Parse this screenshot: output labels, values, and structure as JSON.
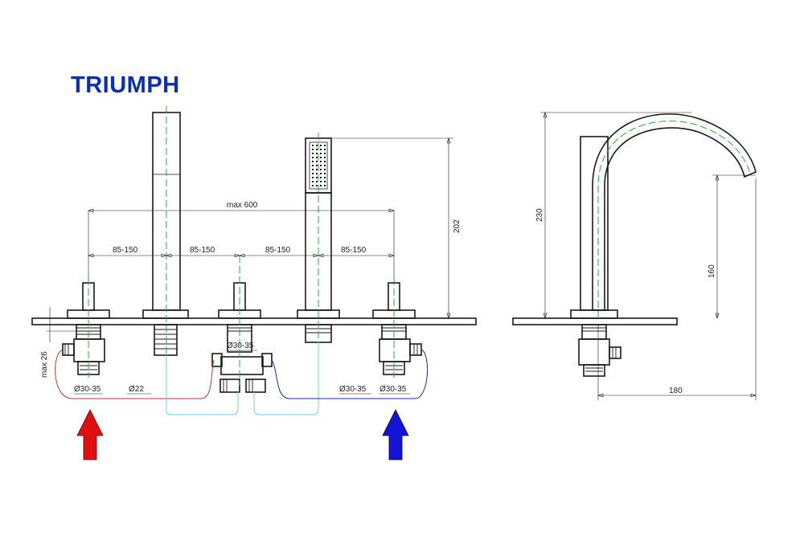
{
  "brand": "TRIUMPH",
  "dimensions": {
    "max_spacing": "max 600",
    "spacing": [
      "85-150",
      "85-150",
      "85-150",
      "85-150"
    ],
    "handshower_height": "202",
    "total_height": "230",
    "spout_height": "160",
    "spout_reach": "180",
    "max_deck": "max 26",
    "hole_valve_left": "Ø30-35",
    "hole_spout": "Ø22",
    "hole_diverter": "Ø30-35",
    "hole_handshower": "Ø30-35",
    "hole_valve_right": "Ø30-35"
  },
  "arrows": {
    "hot_color": "#e01010",
    "cold_color": "#1414d8"
  },
  "colors": {
    "brand": "#0a2fb5",
    "axis": "#2aa74a",
    "hot_pipe": "#b23a3a",
    "cold_pipe": "#1b2d9a",
    "mixed_pipe": "#6fd0e0"
  }
}
